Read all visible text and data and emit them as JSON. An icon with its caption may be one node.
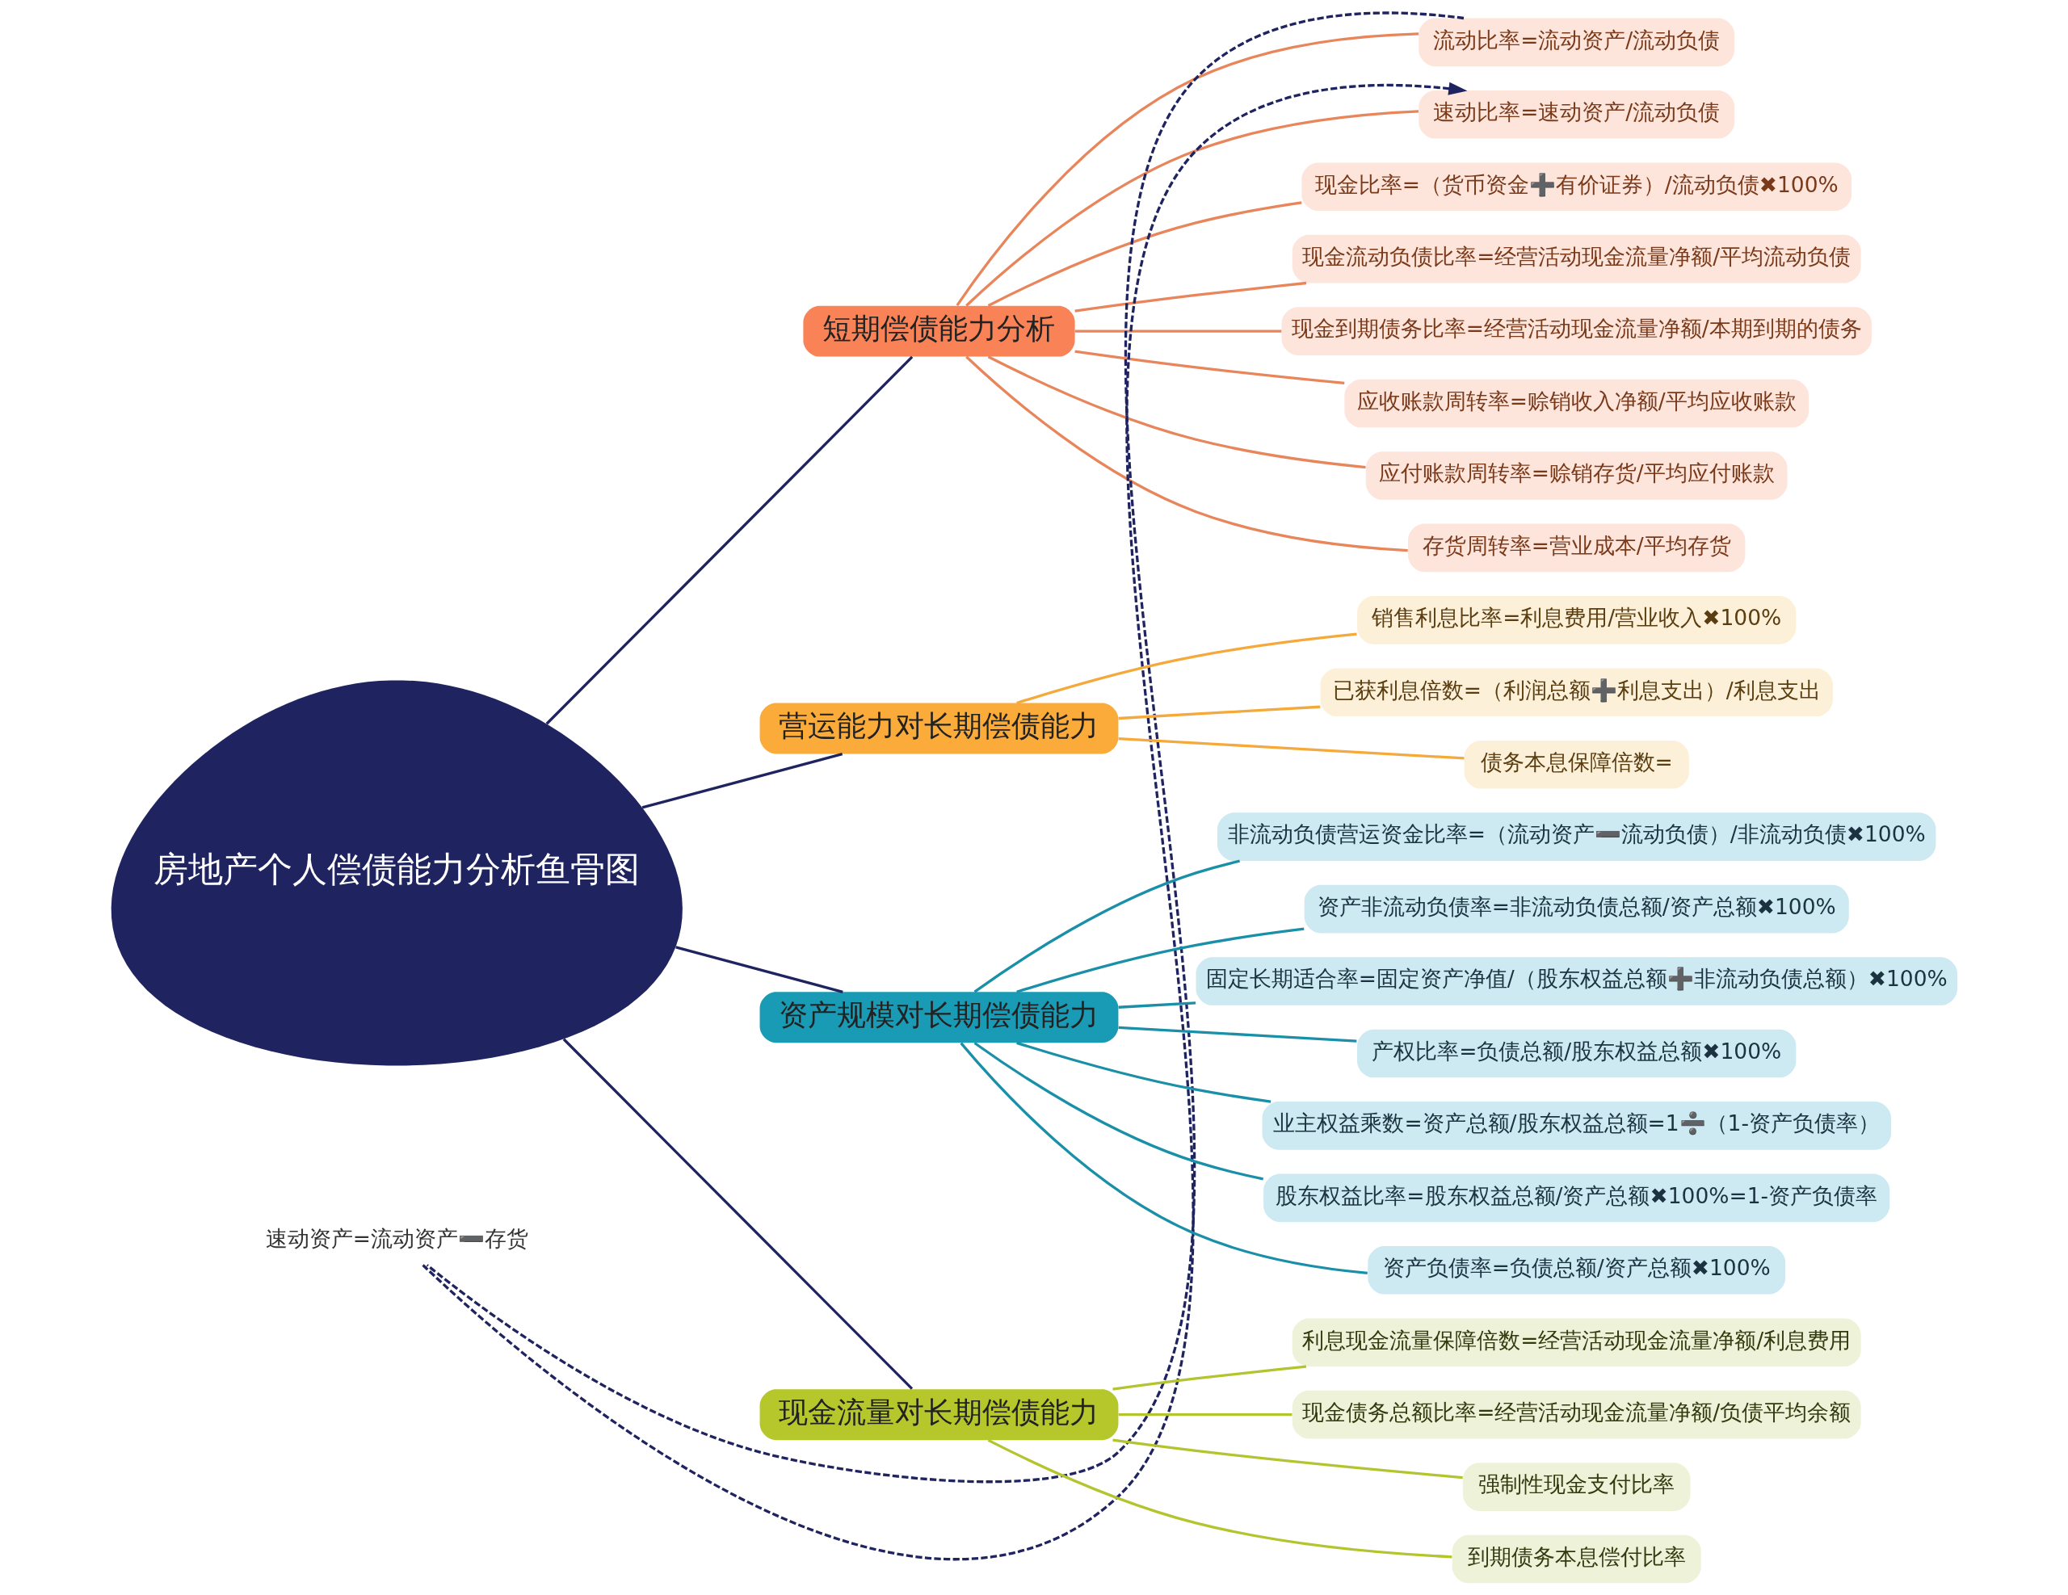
{
  "diagram": {
    "nodes": [
      {
        "text": [
          "房地产个人偿债能力分析鱼骨图"
        ]
      },
      {
        "text": [
          "短期偿债能力分析"
        ]
      },
      {
        "text": [
          "流动比率=流动资产/流动负债"
        ]
      },
      {
        "text": [
          "速动比率=速动资产/流动负债"
        ]
      },
      {
        "text": [
          "现金比率=（货币资金➕有价证券）/流动负债✖100%"
        ]
      },
      {
        "text": [
          "现金流动负债比率=经营活动现金流量净额/平均流动负债"
        ]
      },
      {
        "text": [
          "现金到期债务比率=经营活动现金流量净额/本期到期的债务"
        ]
      },
      {
        "text": [
          "应收账款周转率=赊销收入净额/平均应收账款"
        ]
      },
      {
        "text": [
          "应付账款周转率=赊销存货/平均应付账款"
        ]
      },
      {
        "text": [
          "存货周转率=营业成本/平均存货"
        ]
      },
      {
        "text": [
          "速动资产=流动资产➖存货"
        ]
      },
      {
        "text": [
          "营运能力对长期偿债能力"
        ]
      },
      {
        "text": [
          "销售利息比率=利息费用/营业收入✖100%"
        ]
      },
      {
        "text": [
          "已获利息倍数=（利润总额➕利息支出）/利息支出"
        ]
      },
      {
        "text": [
          "债务本息保障倍数="
        ]
      },
      {
        "text": [
          "资产规模对长期偿债能力"
        ]
      },
      {
        "text": [
          "非流动负债营运资金比率=（流动资产➖流动负债）/非流动负债✖100%"
        ]
      },
      {
        "text": [
          "资产非流动负债率=非流动负债总额/资产总额✖100%"
        ]
      },
      {
        "text": [
          "固定长期适合率=固定资产净值/（股东权益总额➕非流动负债总额）✖100%"
        ]
      },
      {
        "text": [
          "产权比率=负债总额/股东权益总额✖100%"
        ]
      },
      {
        "text": [
          "业主权益乘数=资产总额/股东权益总额=1➗（1-资产负债率）"
        ]
      },
      {
        "text": [
          "股东权益比率=股东权益总额/资产总额✖100%=1-资产负债率"
        ]
      },
      {
        "text": [
          "资产负债率=负债总额/资产总额✖100%"
        ]
      },
      {
        "text": [
          "现金流量对长期偿债能力"
        ]
      },
      {
        "text": [
          "利息现金流量保障倍数=经营活动现金流量净额/利息费用"
        ]
      },
      {
        "text": [
          "现金债务总额比率=经营活动现金流量净额/负债平均余额"
        ]
      },
      {
        "text": [
          "强制性现金支付比率"
        ]
      },
      {
        "text": [
          "到期债务本息偿付比率"
        ]
      }
    ],
    "edges": [
      {
        "from": 0,
        "to": 1,
        "arrow": "none",
        "color": "#1f2460"
      },
      {
        "from": 1,
        "to": 2,
        "arrow": "none",
        "color": "#e8855a"
      },
      {
        "from": 1,
        "to": 3,
        "arrow": "none",
        "color": "#e8855a"
      },
      {
        "from": 1,
        "to": 4,
        "arrow": "none",
        "color": "#e8855a"
      },
      {
        "from": 1,
        "to": 5,
        "arrow": "none",
        "color": "#e8855a"
      },
      {
        "from": 1,
        "to": 6,
        "arrow": "none",
        "color": "#e8855a"
      },
      {
        "from": 1,
        "to": 7,
        "arrow": "none",
        "color": "#e8855a"
      },
      {
        "from": 1,
        "to": 8,
        "arrow": "none",
        "color": "#e8855a"
      },
      {
        "from": 1,
        "to": 9,
        "arrow": "none",
        "color": "#e8855a"
      },
      {
        "from": 2,
        "to": 10,
        "arrow": "none",
        "style": "dashed",
        "color": "#1f2460"
      },
      {
        "from": 10,
        "to": 3,
        "arrow": "to",
        "style": "dashed",
        "color": "#1f2460"
      },
      {
        "from": 0,
        "to": 11,
        "arrow": "none",
        "color": "#1f2460"
      },
      {
        "from": 11,
        "to": 12,
        "arrow": "none",
        "color": "#f5a93b"
      },
      {
        "from": 11,
        "to": 13,
        "arrow": "none",
        "color": "#f5a93b"
      },
      {
        "from": 11,
        "to": 14,
        "arrow": "none",
        "color": "#f5a93b"
      },
      {
        "from": 0,
        "to": 15,
        "arrow": "none",
        "color": "#1f2460"
      },
      {
        "from": 15,
        "to": 16,
        "arrow": "none",
        "color": "#1a8fa8"
      },
      {
        "from": 15,
        "to": 17,
        "arrow": "none",
        "color": "#1a8fa8"
      },
      {
        "from": 15,
        "to": 18,
        "arrow": "none",
        "color": "#1a8fa8"
      },
      {
        "from": 15,
        "to": 19,
        "arrow": "none",
        "color": "#1a8fa8"
      },
      {
        "from": 15,
        "to": 20,
        "arrow": "none",
        "color": "#1a8fa8"
      },
      {
        "from": 15,
        "to": 21,
        "arrow": "none",
        "color": "#1a8fa8"
      },
      {
        "from": 15,
        "to": 22,
        "arrow": "none",
        "color": "#1a8fa8"
      },
      {
        "from": 0,
        "to": 23,
        "arrow": "none",
        "color": "#1f2460"
      },
      {
        "from": 23,
        "to": 24,
        "arrow": "none",
        "color": "#b3c42e"
      },
      {
        "from": 23,
        "to": 25,
        "arrow": "none",
        "color": "#b3c42e"
      },
      {
        "from": 23,
        "to": 26,
        "arrow": "none",
        "color": "#b3c42e"
      },
      {
        "from": 23,
        "to": 27,
        "arrow": "none",
        "color": "#b3c42e"
      }
    ]
  }
}
